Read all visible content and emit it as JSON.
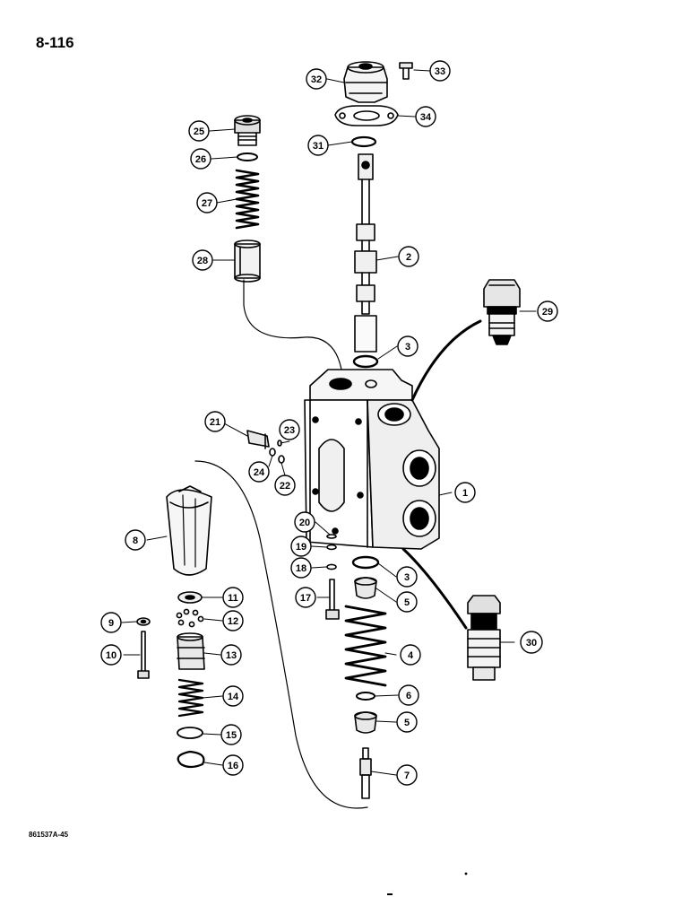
{
  "page_number": "8-116",
  "figure_code": "861537A-45",
  "callouts": [
    "1",
    "2",
    "3",
    "3",
    "4",
    "5",
    "5",
    "6",
    "7",
    "8",
    "9",
    "10",
    "11",
    "12",
    "13",
    "14",
    "15",
    "16",
    "17",
    "18",
    "19",
    "20",
    "21",
    "22",
    "23",
    "24",
    "25",
    "26",
    "27",
    "28",
    "29",
    "30",
    "31",
    "32",
    "33",
    "34"
  ]
}
